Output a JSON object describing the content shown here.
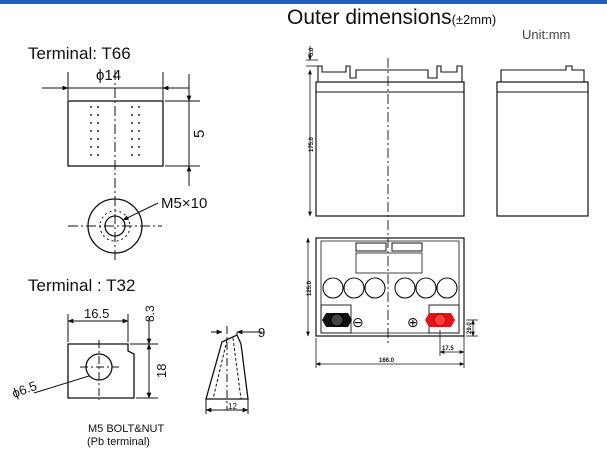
{
  "header": {
    "title": "Outer dimensions",
    "tolerance": "(±2mm)",
    "unit": "Unit:mm"
  },
  "terminal_t66": {
    "heading": "Terminal: T66",
    "diameter_label": "ϕ14",
    "height_label": "5",
    "bolt_label": "M5×10"
  },
  "terminal_t32": {
    "heading": "Terminal : T32",
    "width_label": "16.5",
    "top_label": "8.3",
    "height_label": "18",
    "hole_label": "ϕ6.5",
    "top_width_label": "9",
    "base_label": "12",
    "caption_line1": "M5 BOLT&NUT",
    "caption_line2": "(Pb terminal)"
  },
  "battery": {
    "cap_height": "5.0",
    "height": "175.0",
    "width": "166.0",
    "depth": "125.0",
    "terminal_offset_v": "29.0",
    "terminal_offset_h": "17.5",
    "negative_symbol": "⊖",
    "positive_symbol": "⊕",
    "colors": {
      "negative_terminal": "#111111",
      "positive_terminal": "#e0151c",
      "accent_bar": "#1f5fbf"
    }
  }
}
